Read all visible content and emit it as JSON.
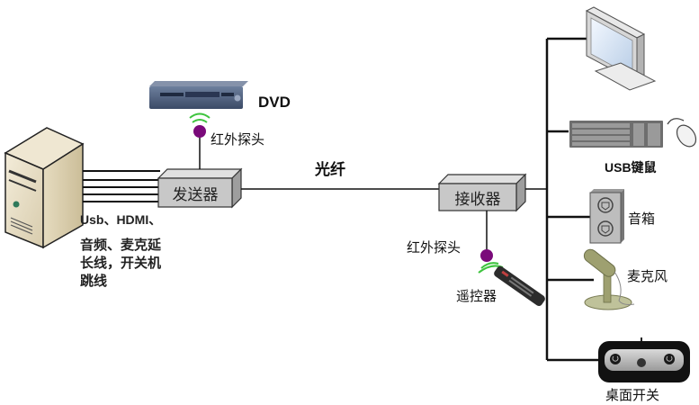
{
  "diagram": {
    "host_computer": {
      "icon": "server-tower-icon"
    },
    "host_cable_label": {
      "lines": [
        "Usb、HDMI、",
        "音频、麦克延",
        "长线，开关机",
        "跳线"
      ]
    },
    "transmitter": {
      "label": "发送器"
    },
    "receiver": {
      "label": "接收器"
    },
    "fiber_label": "光纤",
    "dvd": {
      "label": "DVD",
      "icon": "dvd-player-icon"
    },
    "transmitter_ir": {
      "label": "红外探头",
      "icon": "ir-sensor-icon"
    },
    "receiver_ir": {
      "label": "红外探头",
      "icon": "ir-sensor-icon"
    },
    "remote": {
      "label": "遥控器",
      "icon": "remote-control-icon"
    },
    "peripherals": [
      {
        "label": "",
        "icon": "monitor-icon"
      },
      {
        "label": "USB键鼠",
        "icon": "keyboard-mouse-icon"
      },
      {
        "label": "音箱",
        "icon": "speaker-icon"
      },
      {
        "label": "麦克风",
        "icon": "microphone-icon"
      },
      {
        "label": "桌面开关",
        "icon": "desktop-switch-icon"
      }
    ],
    "colors": {
      "ir_dot": "#7a0a7a",
      "ir_waves": "#3ec43e",
      "box_fill": "#c8c8c8",
      "wire": "#111111"
    }
  }
}
